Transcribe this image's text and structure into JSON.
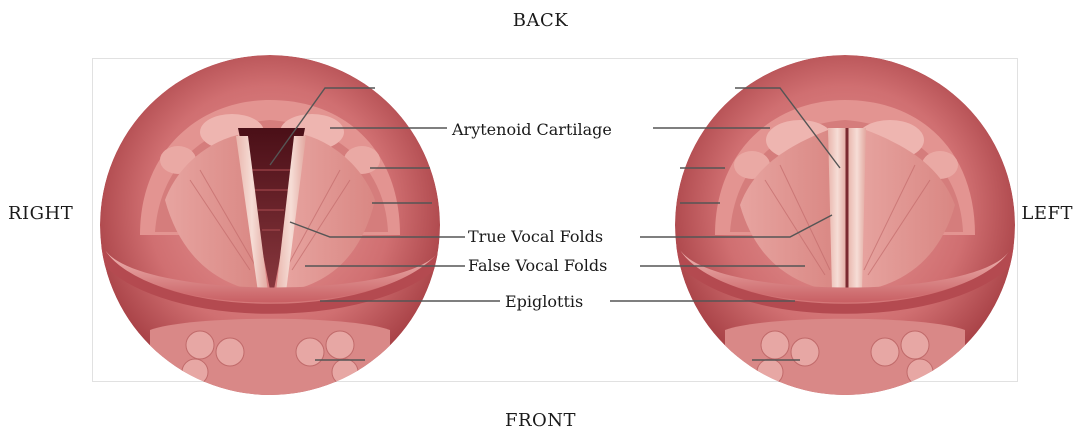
{
  "orientation": {
    "back": "BACK",
    "front": "FRONT",
    "right": "RIGHT",
    "left": "LEFT"
  },
  "labels": {
    "arytenoid": "Arytenoid Cartilage",
    "true_vocal_folds": "True Vocal Folds",
    "false_vocal_folds": "False Vocal Folds",
    "epiglottis": "Epiglottis"
  },
  "colors": {
    "outer_tissue": "#b24a4e",
    "mucosa": "#d07475",
    "light_tissue": "#e8a4a2",
    "fold_pale": "#f1d2cc",
    "airway_dark": "#6a1c24",
    "leader_line": "#555555"
  },
  "views": {
    "left_image": "abducted (open) vocal folds",
    "right_image": "adducted (closed) vocal folds"
  }
}
